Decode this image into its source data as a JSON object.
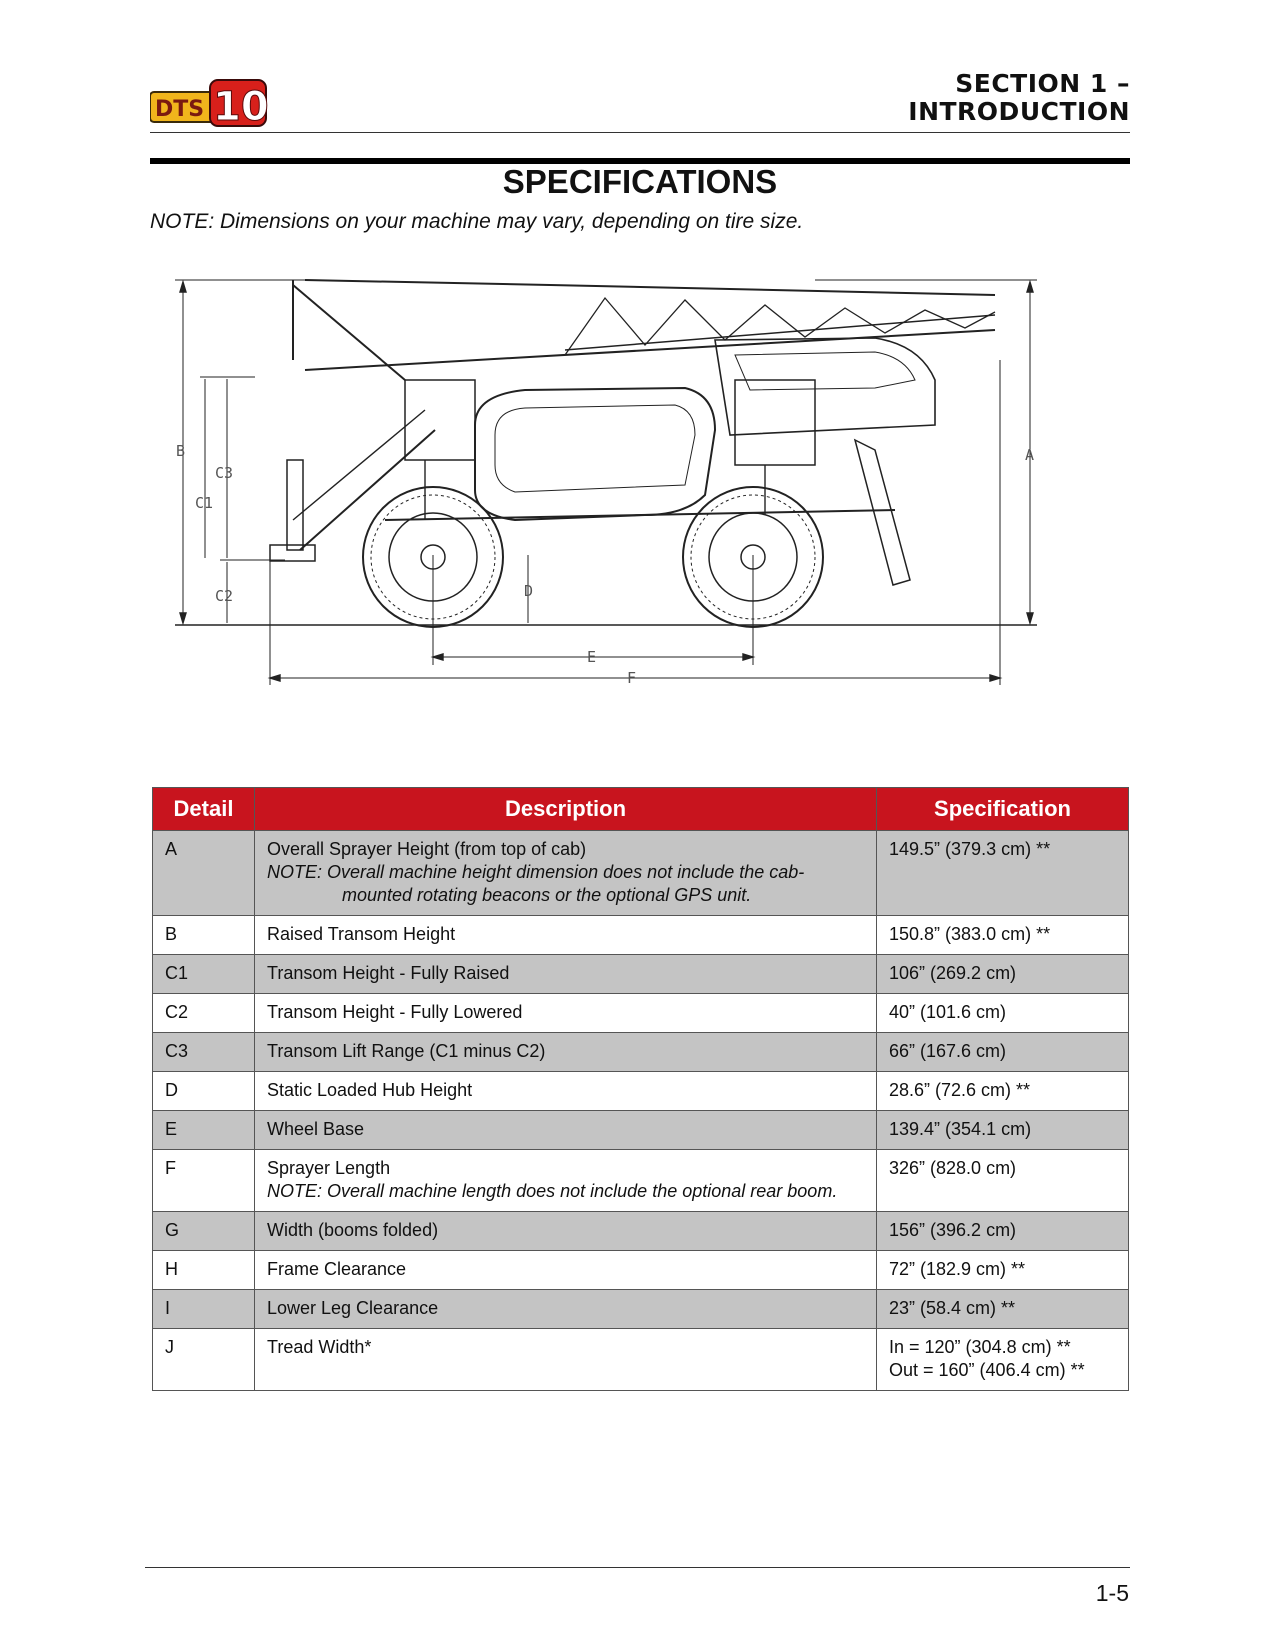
{
  "header": {
    "logo_text_left": "DTS",
    "logo_text_right": "10",
    "section_line1": "SECTION 1 –",
    "section_line2": "INTRODUCTION"
  },
  "title": "SPECIFICATIONS",
  "note": "NOTE: Dimensions on your machine may vary, depending on tire size.",
  "diagram_labels": {
    "A": "A",
    "B": "B",
    "C1": "C1",
    "C2": "C2",
    "C3": "C3",
    "D": "D",
    "E": "E",
    "F": "F"
  },
  "table": {
    "headers": [
      "Detail",
      "Description",
      "Specification"
    ],
    "rows": [
      {
        "detail": "A",
        "desc": "Overall Sprayer Height (from top of cab)",
        "note1": "NOTE: Overall machine height dimension does not include the cab-",
        "note2": "mounted rotating beacons or the optional GPS unit.",
        "spec": "149.5” (379.3 cm) **"
      },
      {
        "detail": "B",
        "desc": "Raised Transom Height",
        "spec": "150.8” (383.0 cm) **"
      },
      {
        "detail": "C1",
        "desc": "Transom Height - Fully Raised",
        "spec": "106” (269.2 cm)"
      },
      {
        "detail": "C2",
        "desc": "Transom Height - Fully Lowered",
        "spec": "40” (101.6 cm)"
      },
      {
        "detail": "C3",
        "desc": "Transom Lift Range (C1 minus C2)",
        "spec": "66” (167.6 cm)"
      },
      {
        "detail": "D",
        "desc": "Static Loaded Hub Height",
        "spec": "28.6” (72.6 cm) **"
      },
      {
        "detail": "E",
        "desc": "Wheel Base",
        "spec": "139.4” (354.1 cm)"
      },
      {
        "detail": "F",
        "desc": "Sprayer Length",
        "note1": "NOTE: Overall machine length does not include the optional rear boom.",
        "spec": "326” (828.0 cm)"
      },
      {
        "detail": "G",
        "desc": "Width (booms folded)",
        "spec": "156” (396.2 cm)"
      },
      {
        "detail": "H",
        "desc": "Frame Clearance",
        "spec": "72” (182.9 cm) **"
      },
      {
        "detail": "I",
        "desc": "Lower Leg Clearance",
        "spec": "23” (58.4 cm) **"
      },
      {
        "detail": "J",
        "desc": "Tread Width*",
        "spec": "In = 120” (304.8 cm) **",
        "spec2": "Out = 160” (406.4 cm) **"
      }
    ]
  },
  "page_number": "1-5"
}
